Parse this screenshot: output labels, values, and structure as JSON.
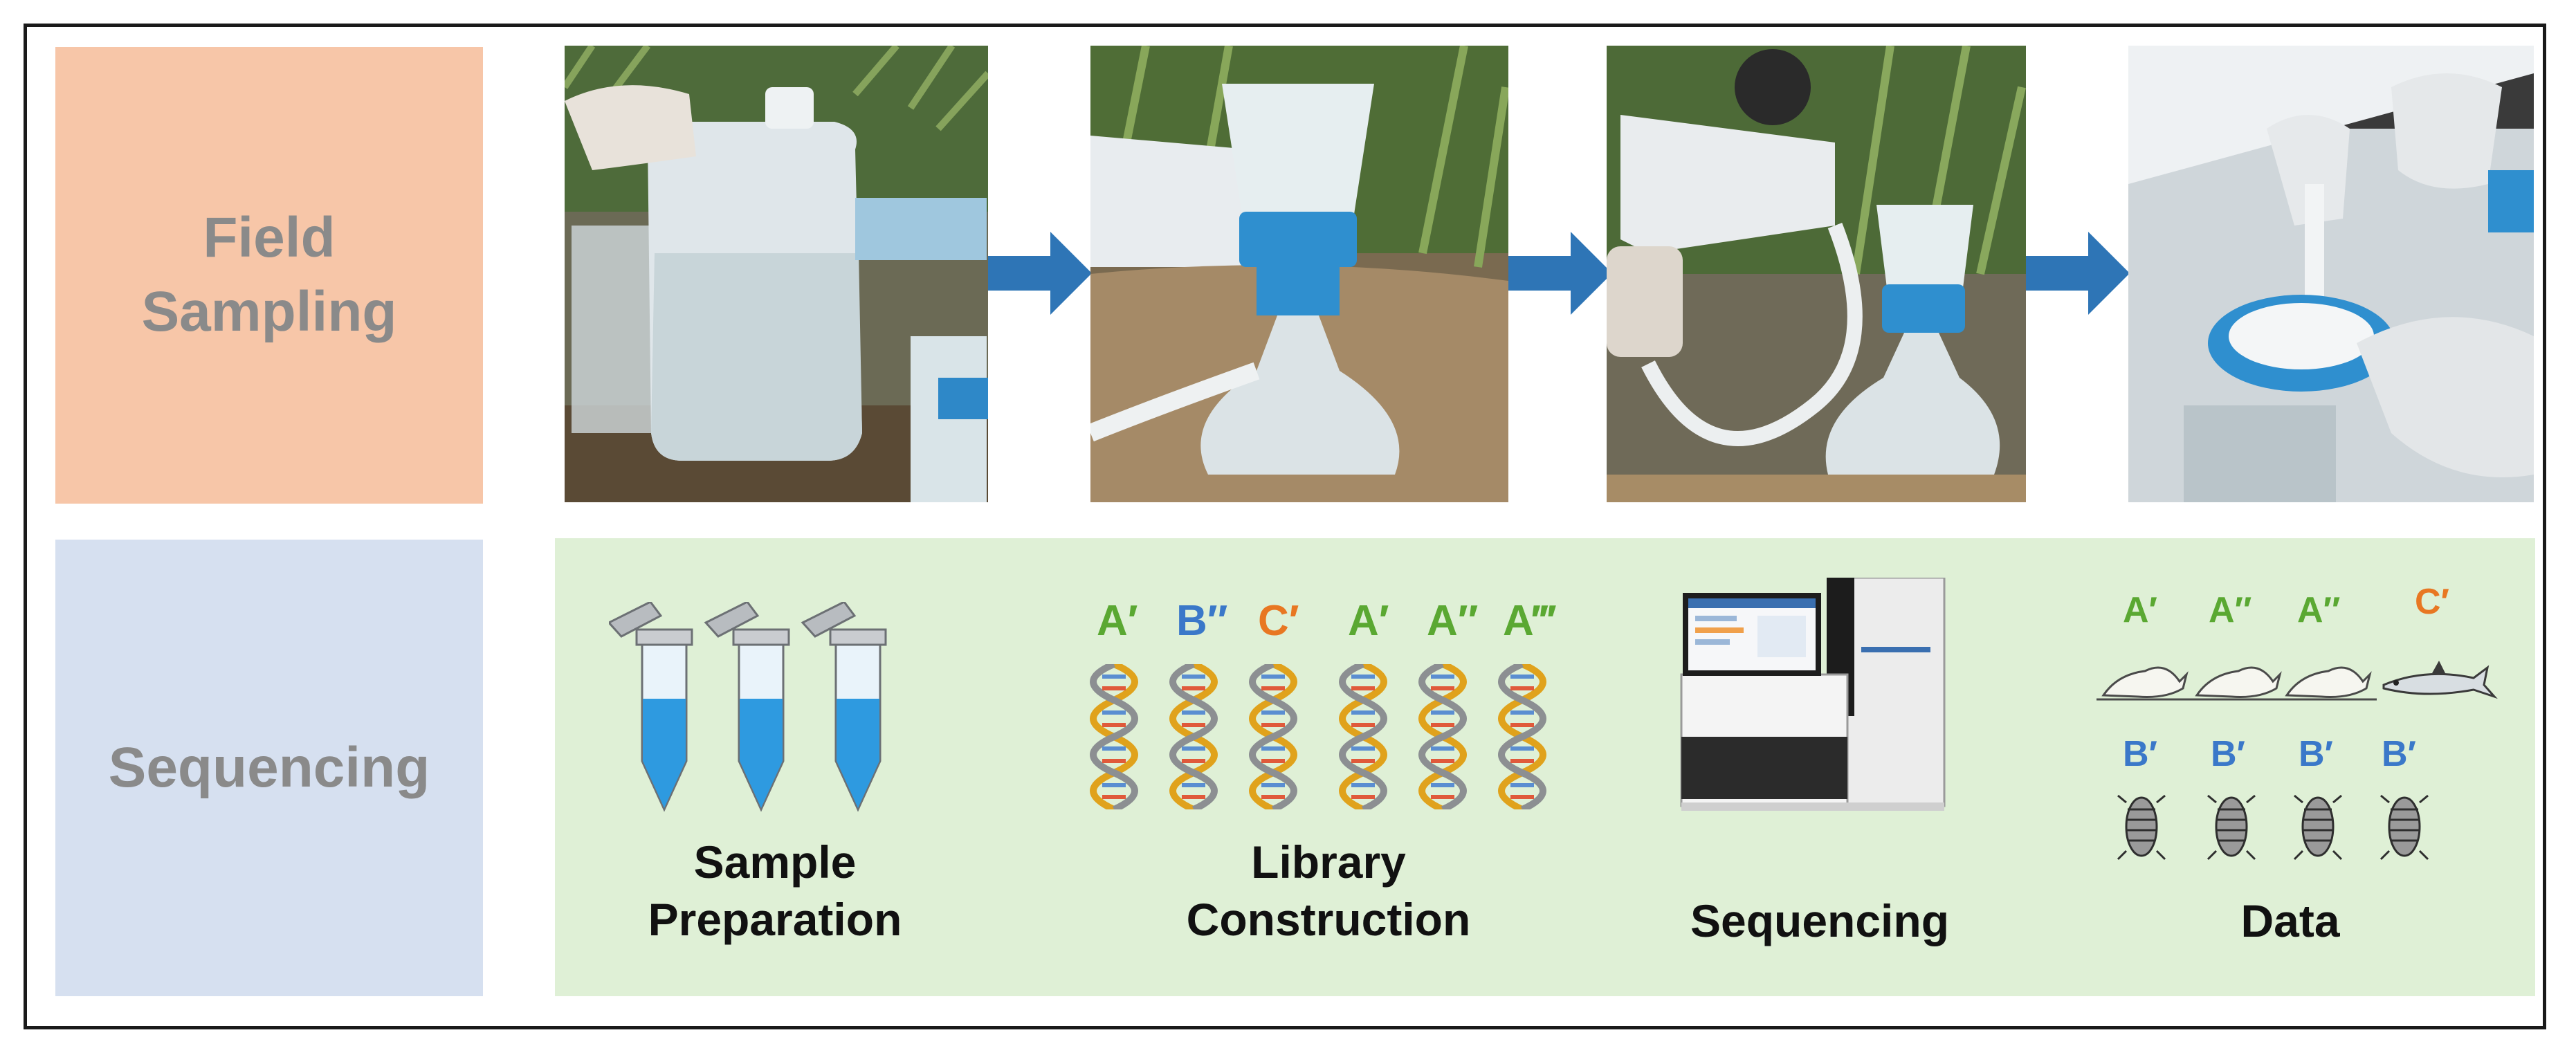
{
  "rows": {
    "field": {
      "label_line1": "Field",
      "label_line2": "Sampling"
    },
    "sequencing": {
      "label": "Sequencing"
    }
  },
  "steps": {
    "sample_preparation": {
      "line1": "Sample",
      "line2": "Preparation"
    },
    "library_construction": {
      "line1": "Library",
      "line2": "Construction"
    },
    "sequencing": {
      "line1": "Sequencing"
    },
    "data": {
      "line1": "Data"
    }
  },
  "library_tags": [
    "A′",
    "B″",
    "C′",
    "A′",
    "A″",
    "A‴"
  ],
  "data_tags_top": [
    "A′",
    "A″",
    "A″",
    "C′"
  ],
  "data_tags_bottom": [
    "B′",
    "B′",
    "B′",
    "B′"
  ],
  "colors": {
    "field_box": "#f7c6a8",
    "sequencing_box": "#d6e0f0",
    "sequencing_panel": "#dff0d6",
    "arrow": "#2e75b6",
    "tag_A": "#5aa832",
    "tag_B": "#3a78c9",
    "tag_C": "#e87722"
  }
}
